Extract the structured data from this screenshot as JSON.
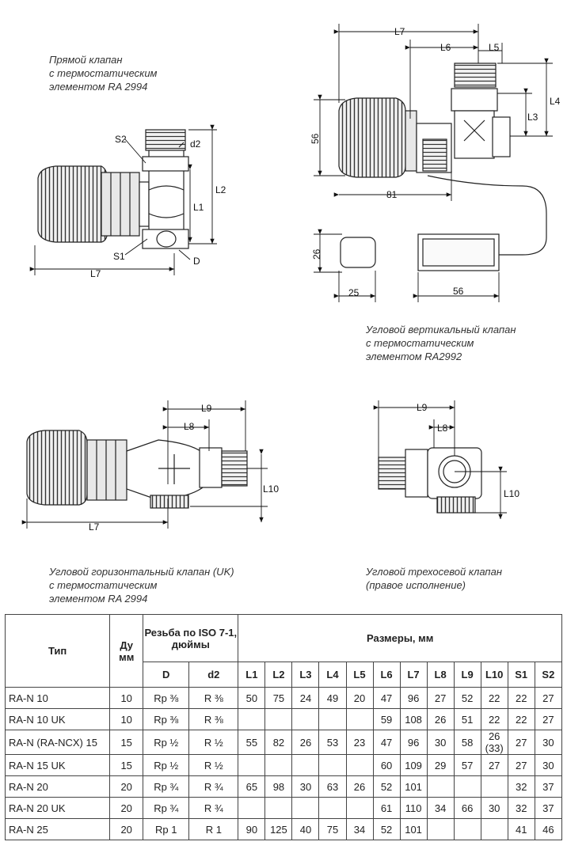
{
  "captions": {
    "straight": [
      "Прямой клапан",
      "с термостатическим",
      "элементом  RA 2994"
    ],
    "angle_vertical": [
      "Угловой вертикальный клапан",
      "с термостатическим",
      "элементом RA2992"
    ],
    "angle_horizontal": [
      "Угловой горизонтальный клапан (UK)",
      "с термостатическим",
      "элементом RA 2994"
    ],
    "three_axis": [
      "Угловой трехосевой клапан",
      "(правое исполнение)"
    ]
  },
  "drawing_labels": {
    "s2": "S2",
    "d2": "d2",
    "l2": "L2",
    "l1": "L1",
    "s1": "S1",
    "d": "D",
    "l7": "L7",
    "l7_top": "L7",
    "l6": "L6",
    "l5": "L5",
    "l4": "L4",
    "l3": "L3",
    "dim56_v": "56",
    "dim81": "81",
    "dim26": "26",
    "dim25": "25",
    "dim56_h": "56",
    "l9": "L9",
    "l8": "L8",
    "l10": "L10",
    "l7_low": "L7",
    "l9_r": "L9",
    "l8_r": "L8",
    "l10_r": "L10"
  },
  "table": {
    "h_type": "Тип",
    "h_du": "Ду",
    "h_du_unit": "мм",
    "h_thread": "Резьба по ISO 7-1, дюймы",
    "h_sizes": "Размеры, мм",
    "h_D": "D",
    "h_d2": "d2",
    "h_L": [
      "L1",
      "L2",
      "L3",
      "L4",
      "L5",
      "L6",
      "L7",
      "L8",
      "L9",
      "L10",
      "S1",
      "S2"
    ],
    "rows": [
      {
        "type": "RA-N 10",
        "du": "10",
        "D": "Rp ⅜",
        "d2": "R ⅜",
        "vals": [
          "50",
          "75",
          "24",
          "49",
          "20",
          "47",
          "96",
          "27",
          "52",
          "22",
          "22",
          "27"
        ]
      },
      {
        "type": "RA-N 10 UK",
        "du": "10",
        "D": "Rp ⅜",
        "d2": "R ⅜",
        "vals": [
          "",
          "",
          "",
          "",
          "",
          "59",
          "108",
          "26",
          "51",
          "22",
          "22",
          "27"
        ]
      },
      {
        "type": "RA-N (RA-NCX) 15",
        "du": "15",
        "D": "Rp ½",
        "d2": "R ½",
        "vals": [
          "55",
          "82",
          "26",
          "53",
          "23",
          "47",
          "96",
          "30",
          "58",
          "26 (33)",
          "27",
          "30"
        ]
      },
      {
        "type": "RA-N 15 UK",
        "du": "15",
        "D": "Rp ½",
        "d2": "R ½",
        "vals": [
          "",
          "",
          "",
          "",
          "",
          "60",
          "109",
          "29",
          "57",
          "27",
          "27",
          "30"
        ]
      },
      {
        "type": "RA-N 20",
        "du": "20",
        "D": "Rp ¾",
        "d2": "R ¾",
        "vals": [
          "65",
          "98",
          "30",
          "63",
          "26",
          "52",
          "101",
          "",
          "",
          "",
          "32",
          "37"
        ]
      },
      {
        "type": "RA-N 20 UK",
        "du": "20",
        "D": "Rp ¾",
        "d2": "R ¾",
        "vals": [
          "",
          "",
          "",
          "",
          "",
          "61",
          "110",
          "34",
          "66",
          "30",
          "32",
          "37"
        ]
      },
      {
        "type": "RA-N 25",
        "du": "20",
        "D": "Rp 1",
        "d2": "R 1",
        "vals": [
          "90",
          "125",
          "40",
          "75",
          "34",
          "52",
          "101",
          "",
          "",
          "",
          "41",
          "46"
        ]
      }
    ]
  }
}
